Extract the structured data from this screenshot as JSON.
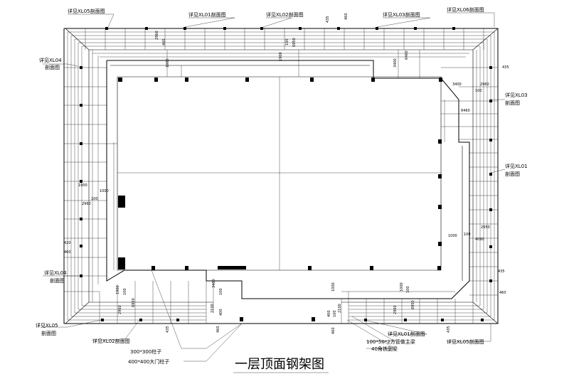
{
  "drawing": {
    "title": "一层顶面钢架图",
    "callouts": {
      "xl05_top": "详见XL05剖面图",
      "xl01_top": "详见XL01剖面图",
      "xl02_top": "详见XL02剖面图",
      "xl03_top": "详见XL03剖面图",
      "xl06_top": "详见XL06剖面图",
      "xl04_left_top_1": "详见XL04",
      "xl04_left_top_2": "剖面图",
      "xl03_right_1": "详见XL03",
      "xl03_right_2": "剖面图",
      "xl01_right_1": "详见XL01",
      "xl01_right_2": "剖面图",
      "xl04_left_bottom_1": "详见XL04",
      "xl04_left_bottom_2": "剖面图",
      "xl05_left_bottom_1": "详见XL05",
      "xl05_left_bottom_2": "剖面图",
      "xl02_bottom": "详见XL02剖面图",
      "xl01_bottom": "详见XL01剖面图",
      "xl05_bottom_right": "详见XL05剖面图",
      "col_300": "300*300柱子",
      "col_400": "400*400大门柱子",
      "main_beam": "100*50*2方管做主梁",
      "angle_iron": "40角铁副梁"
    },
    "dimensions": {
      "d435_top": "435",
      "d460_top": "460",
      "d2960_top": "2960",
      "d400_top": "400",
      "d1000_top": "1000",
      "d1900_top": "1900",
      "d100_top": "100",
      "d6950_top": "6950",
      "d3400_top": "3400",
      "d6460_top": "6460",
      "d435_right": "435",
      "d3400_right": "3400",
      "d2960_right": "2960",
      "d100_right": "100",
      "d6460_right": "6460",
      "d1900_left": "1900",
      "d1000_left": "1000",
      "d100_left": "100",
      "d2960_left": "2960",
      "d420_left": "420",
      "d460_left": "460",
      "d1000_right_b": "1000",
      "d2950_right_b": "2950",
      "d100_right_b": "100",
      "d4090_right_b": "4090",
      "d435_right_b": "435",
      "d460_right_b": "460",
      "d1900_bl": "1900",
      "d100_bl": "100",
      "d2960_bl": "2960",
      "d6950_bl": "6950",
      "d435_bl": "435",
      "d3400_bm": "3400",
      "d100_bm": "100",
      "d2100_bm": "2100",
      "d400_bm": "400",
      "d460_bm": "460",
      "d1000_br": "1000",
      "d400_br": "400",
      "d100_br": "100",
      "d2100_br": "2100",
      "d460_br": "460",
      "d1000_br2": "1000",
      "d100_br2": "100",
      "d2960_br": "2960",
      "d6950_br": "6950",
      "d435_br": "435"
    }
  }
}
